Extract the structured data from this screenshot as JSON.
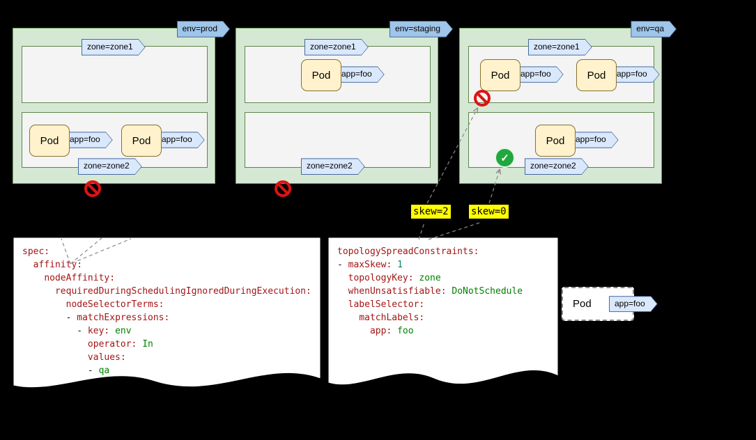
{
  "nodes": [
    {
      "env_label": "env=prod",
      "zones": [
        {
          "label": "zone=zone1",
          "pods": []
        },
        {
          "label": "zone=zone2",
          "pods": [
            {
              "name": "Pod",
              "tag": "app=foo"
            },
            {
              "name": "Pod",
              "tag": "app=foo"
            }
          ]
        }
      ],
      "verdicts": [
        "rejected"
      ]
    },
    {
      "env_label": "env=staging",
      "zones": [
        {
          "label": "zone=zone1",
          "pods": [
            {
              "name": "Pod",
              "tag": "app=foo"
            }
          ]
        },
        {
          "label": "zone=zone2",
          "pods": []
        }
      ],
      "verdicts": [
        "rejected"
      ]
    },
    {
      "env_label": "env=qa",
      "zones": [
        {
          "label": "zone=zone1",
          "pods": [
            {
              "name": "Pod",
              "tag": "app=foo"
            },
            {
              "name": "Pod",
              "tag": "app=foo"
            }
          ]
        },
        {
          "label": "zone=zone2",
          "pods": [
            {
              "name": "Pod",
              "tag": "app=foo"
            }
          ]
        }
      ],
      "verdicts": [
        "rejected",
        "accepted"
      ]
    }
  ],
  "skew_labels": [
    "skew=2",
    "skew=0"
  ],
  "code_blocks": [
    {
      "name": "node-affinity-yaml",
      "lines": [
        [
          [
            "k",
            "spec:"
          ]
        ],
        [
          [
            "p",
            "  "
          ],
          [
            "k",
            "affinity:"
          ]
        ],
        [
          [
            "p",
            "    "
          ],
          [
            "k",
            "nodeAffinity:"
          ]
        ],
        [
          [
            "p",
            "      "
          ],
          [
            "k",
            "requiredDuringSchedulingIgnoredDuringExecution:"
          ]
        ],
        [
          [
            "p",
            "        "
          ],
          [
            "k",
            "nodeSelectorTerms:"
          ]
        ],
        [
          [
            "p",
            "        - "
          ],
          [
            "k",
            "matchExpressions:"
          ]
        ],
        [
          [
            "p",
            "          - "
          ],
          [
            "k",
            "key:"
          ],
          [
            "p",
            " "
          ],
          [
            "v",
            "env"
          ]
        ],
        [
          [
            "p",
            "            "
          ],
          [
            "k",
            "operator:"
          ],
          [
            "p",
            " "
          ],
          [
            "v",
            "In"
          ]
        ],
        [
          [
            "p",
            "            "
          ],
          [
            "k",
            "values:"
          ]
        ],
        [
          [
            "p",
            "            - "
          ],
          [
            "v",
            "qa"
          ]
        ]
      ]
    },
    {
      "name": "topology-spread-yaml",
      "lines": [
        [
          [
            "k",
            "topologySpreadConstraints:"
          ]
        ],
        [
          [
            "p",
            "- "
          ],
          [
            "k",
            "maxSkew:"
          ],
          [
            "p",
            " "
          ],
          [
            "n",
            "1"
          ]
        ],
        [
          [
            "p",
            "  "
          ],
          [
            "k",
            "topologyKey:"
          ],
          [
            "p",
            " "
          ],
          [
            "v",
            "zone"
          ]
        ],
        [
          [
            "p",
            "  "
          ],
          [
            "k",
            "whenUnsatisfiable:"
          ],
          [
            "p",
            " "
          ],
          [
            "v",
            "DoNotSchedule"
          ]
        ],
        [
          [
            "p",
            "  "
          ],
          [
            "k",
            "labelSelector:"
          ]
        ],
        [
          [
            "p",
            "    "
          ],
          [
            "k",
            "matchLabels:"
          ]
        ],
        [
          [
            "p",
            "      "
          ],
          [
            "k",
            "app:"
          ],
          [
            "p",
            " "
          ],
          [
            "v",
            "foo"
          ]
        ]
      ]
    }
  ],
  "incoming_pod": {
    "name": "Pod",
    "tag": "app=foo"
  },
  "colors": {
    "node_fill": "#d5e8d4",
    "node_border": "#7ca464",
    "zone_fill": "#f4f4f4",
    "zone_border": "#5e8549",
    "pod_fill": "#fff2cc",
    "pod_border": "#87712d",
    "tag_fill": "#dae8fc",
    "tag_border": "#44699d",
    "env_tag_fill": "#9fc5e8",
    "skew_highlight": "#ffff00",
    "reject_red": "#de1313",
    "accept_green": "#1fa83d",
    "yaml_key": "#a31515",
    "yaml_value": "#008000",
    "yaml_number": "#098658"
  }
}
